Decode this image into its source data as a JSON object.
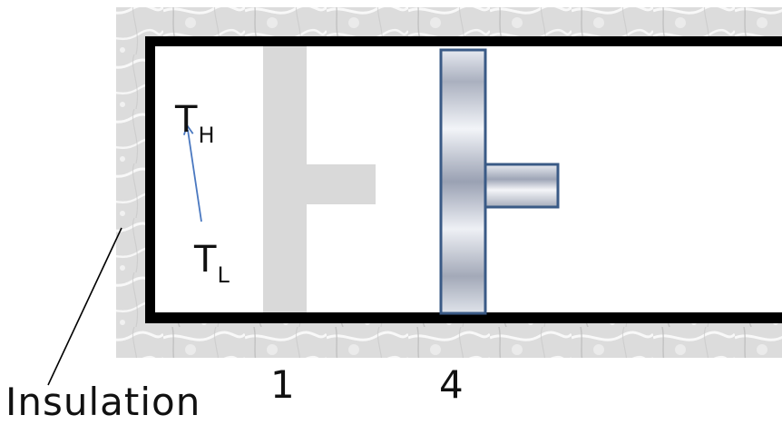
{
  "diagram": {
    "labels": {
      "temp_high_main": "T",
      "temp_high_sub": "H",
      "temp_low_main": "T",
      "temp_low_sub": "L",
      "state_1": "1",
      "state_4": "4",
      "insulation": "Insulation"
    },
    "colors": {
      "cylinder_wall": "#000000",
      "insulation_base": "#dcdcdc",
      "ghost_piston": "#d9d9d9",
      "piston_outline": "#3a5a86",
      "arrow": "#4a78c0"
    }
  }
}
